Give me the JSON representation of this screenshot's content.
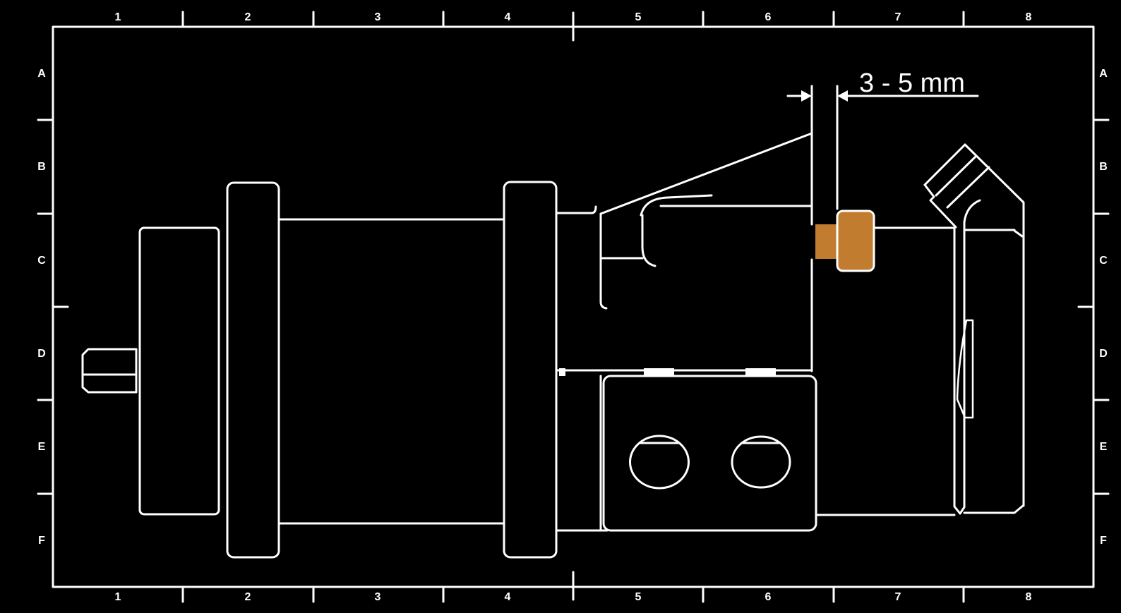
{
  "colors": {
    "line": "#ffffff",
    "highlight": "#c17c2f",
    "background": "#000000"
  },
  "frame": {
    "columns": [
      "1",
      "2",
      "3",
      "4",
      "5",
      "6",
      "7",
      "8"
    ],
    "rows": [
      "A",
      "B",
      "C",
      "D",
      "E",
      "F"
    ]
  },
  "annotation": {
    "dimension_label": "3 - 5 mm"
  }
}
